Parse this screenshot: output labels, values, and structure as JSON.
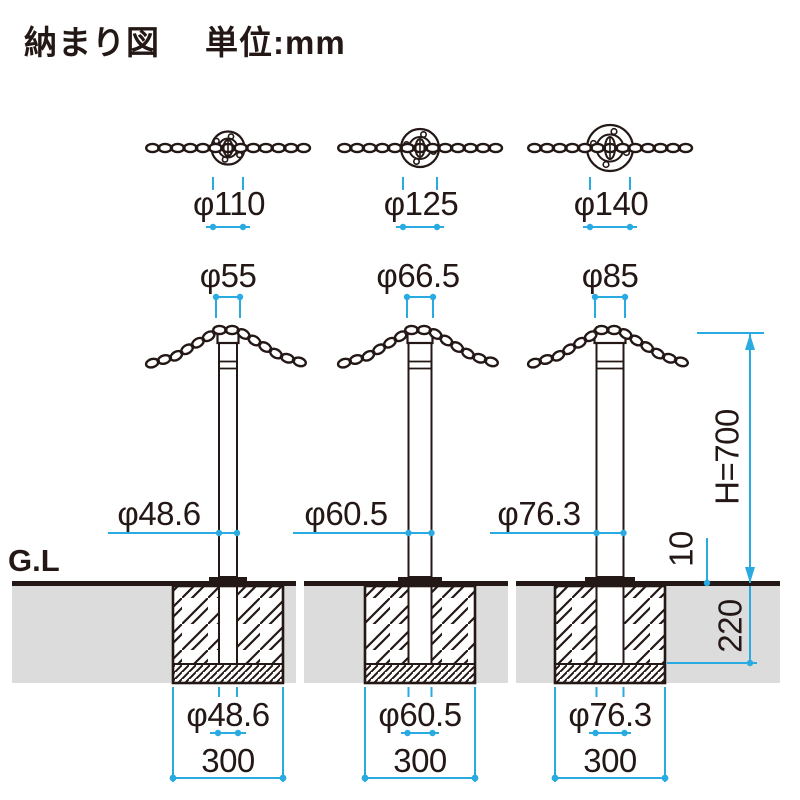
{
  "header": {
    "title": "納まり図",
    "unit": "単位:mm"
  },
  "ground": {
    "label": "G.L"
  },
  "columns": [
    {
      "plan_dia": "φ110",
      "cap_dia": "φ55",
      "pipe_dia": "φ48.6",
      "base_width": "300"
    },
    {
      "plan_dia": "φ125",
      "cap_dia": "φ66.5",
      "pipe_dia": "φ60.5",
      "base_width": "300"
    },
    {
      "plan_dia": "φ140",
      "cap_dia": "φ85",
      "pipe_dia": "φ76.3",
      "base_width": "300"
    }
  ],
  "dims": {
    "height": "H=700",
    "reveal": "10",
    "embed": "220"
  },
  "colors": {
    "dimension_blue": "#29abe2",
    "line_dark": "#231815",
    "ground_gray": "#dcdcdc"
  }
}
